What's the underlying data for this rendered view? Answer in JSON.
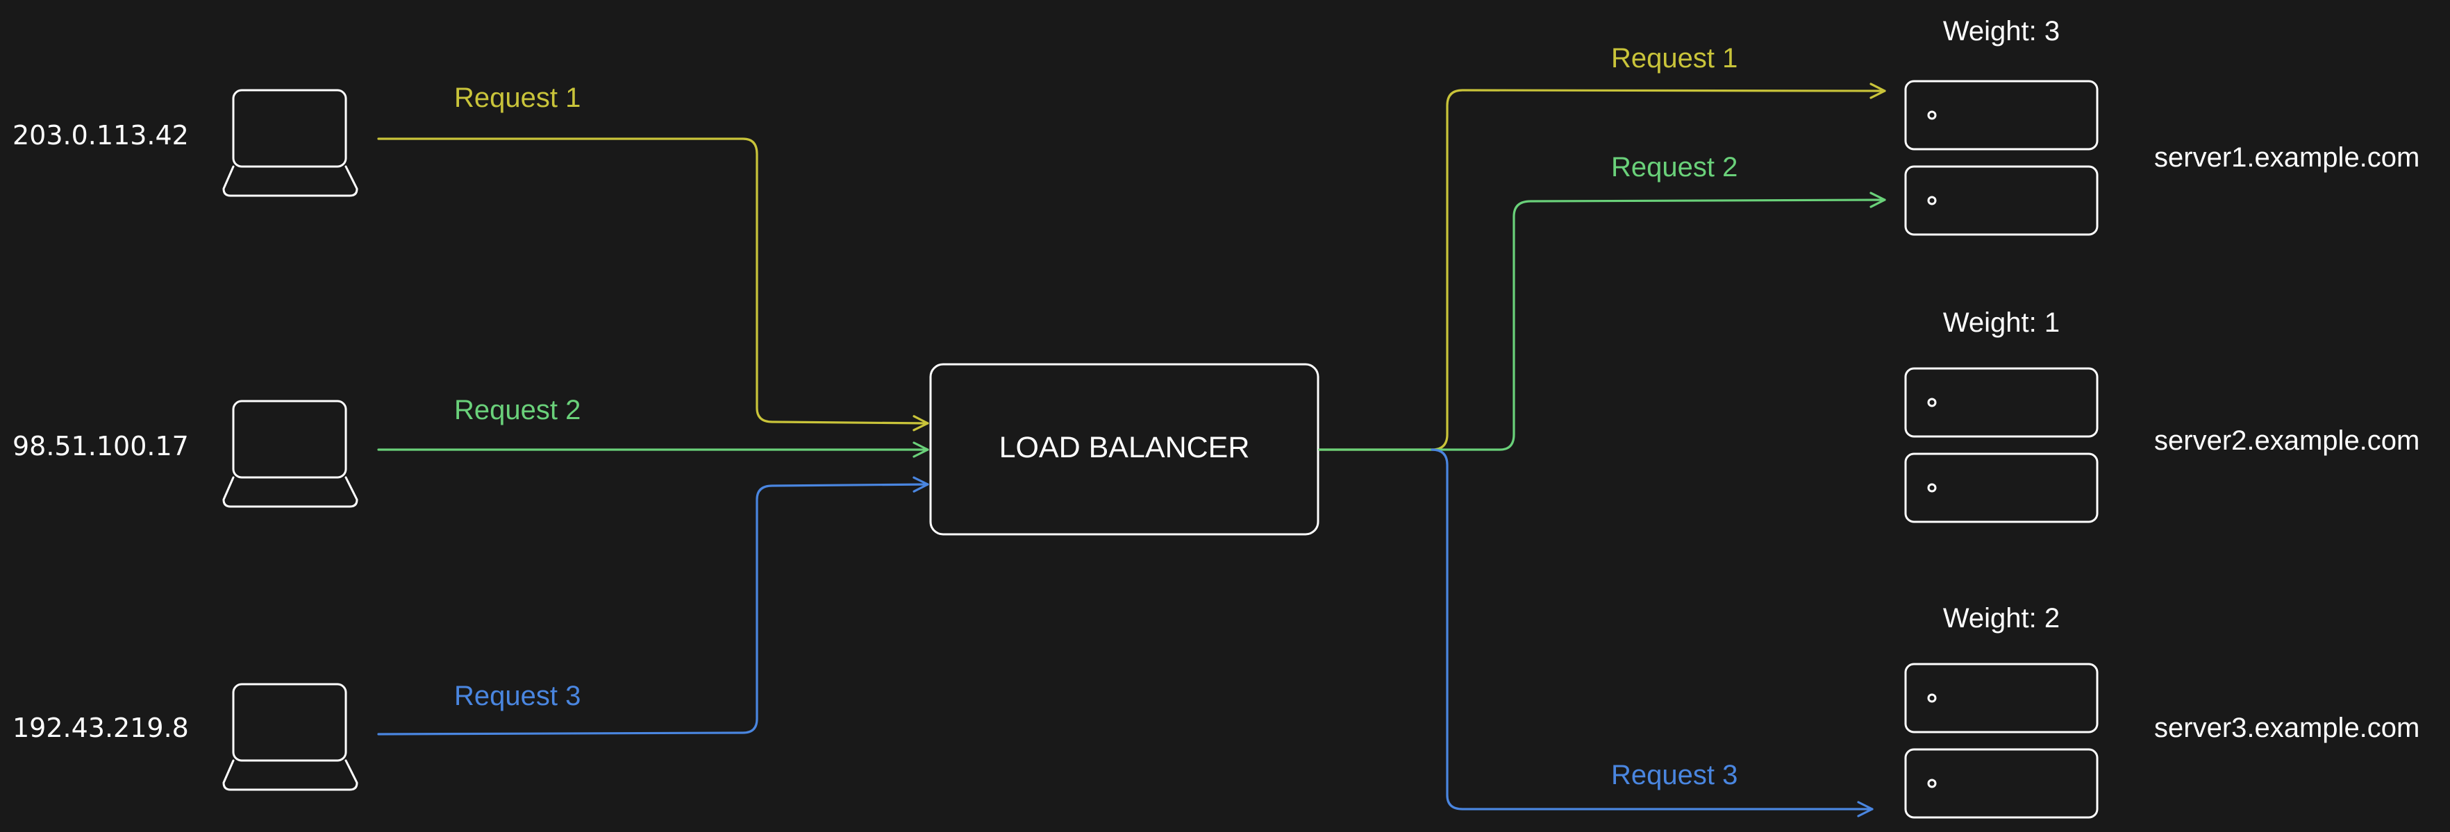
{
  "colors": {
    "background": "#191919",
    "request_1": "#c9c43a",
    "request_2": "#6ad17a",
    "request_3": "#4a86e0",
    "outline": "#ffffff"
  },
  "clients": [
    {
      "ip": "203.0.113.42",
      "request_label": "Request 1",
      "icon": "laptop-icon"
    },
    {
      "ip": "98.51.100.17",
      "request_label": "Request 2",
      "icon": "laptop-icon"
    },
    {
      "ip": "192.43.219.8",
      "request_label": "Request 3",
      "icon": "laptop-icon"
    }
  ],
  "load_balancer": {
    "label": "LOAD BALANCER"
  },
  "outgoing_labels": [
    "Request 1",
    "Request 2",
    "Request 3"
  ],
  "servers": [
    {
      "weight": "Weight: 3",
      "hostname": "server1.example.com"
    },
    {
      "weight": "Weight: 1",
      "hostname": "server2.example.com"
    },
    {
      "weight": "Weight: 2",
      "hostname": "server3.example.com"
    }
  ]
}
